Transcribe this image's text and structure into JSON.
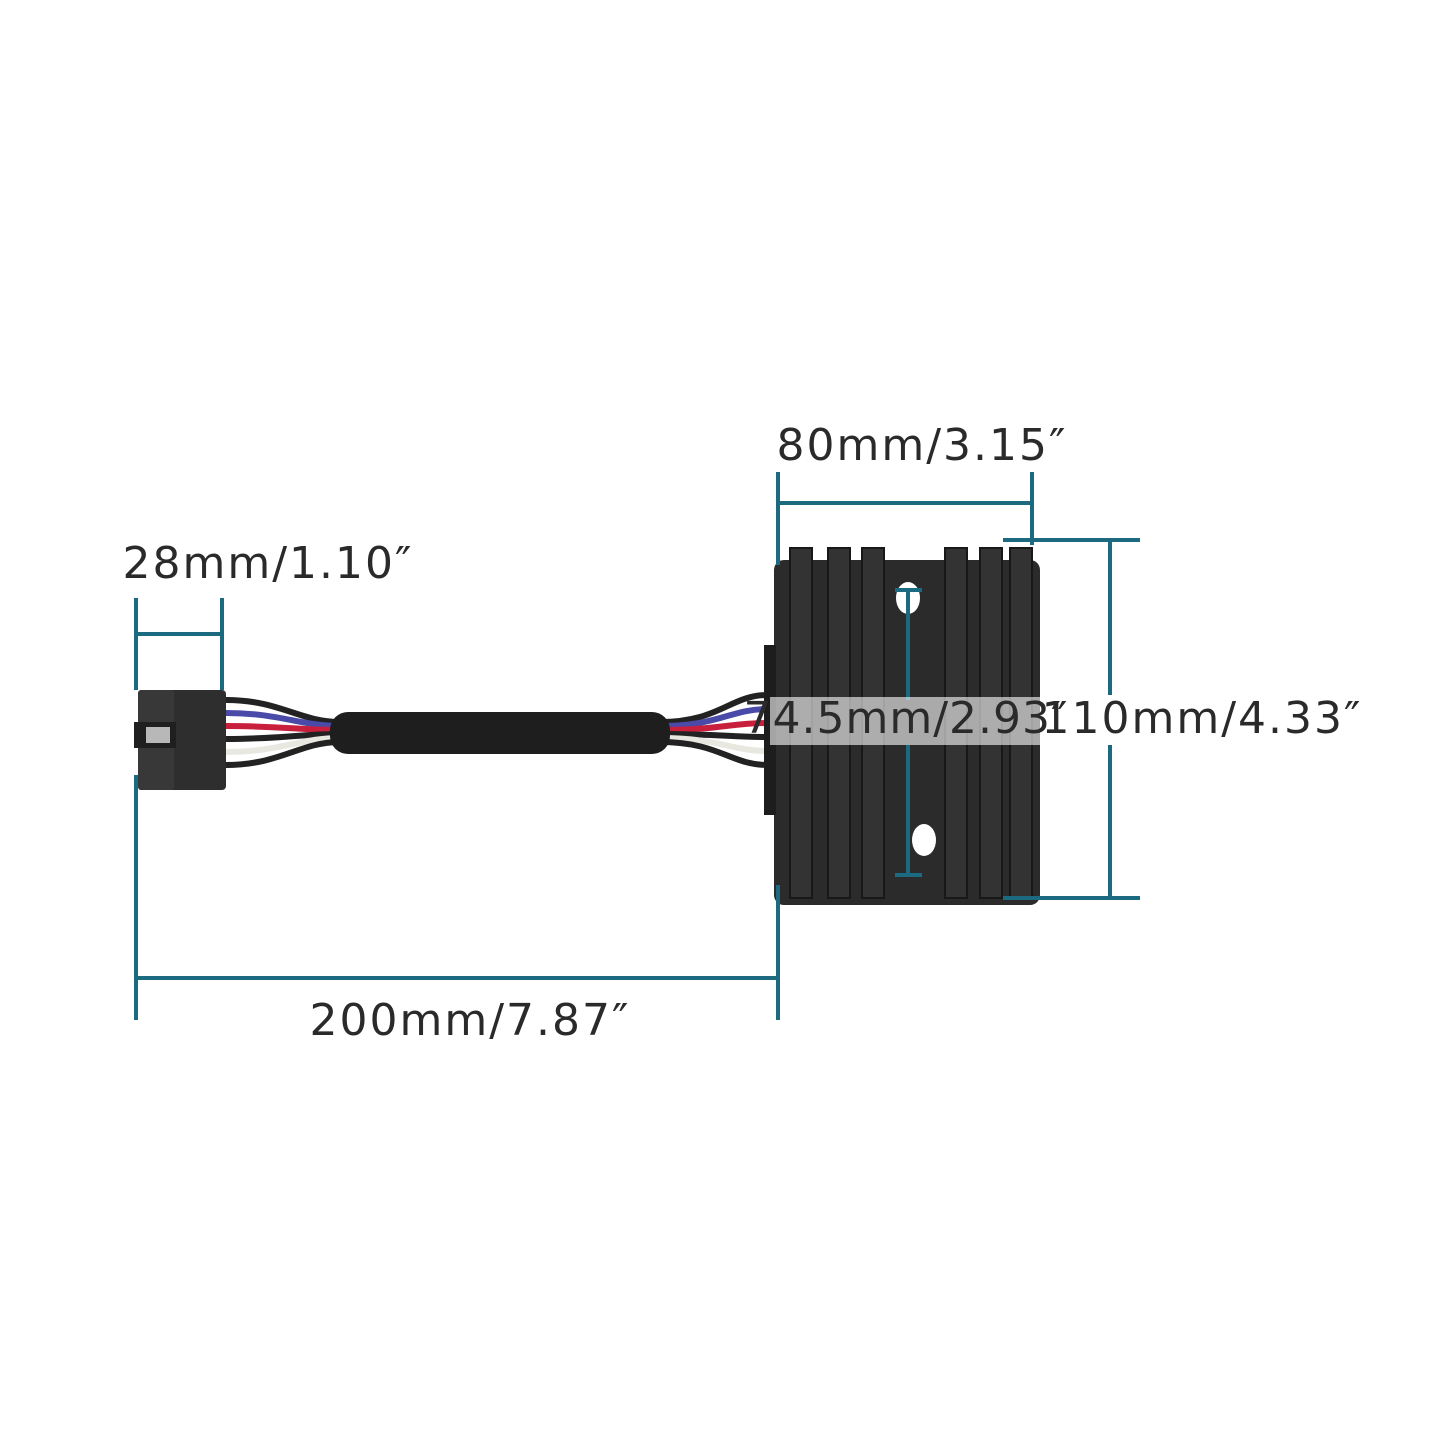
{
  "dimensions": {
    "body_width": "80mm/3.15″",
    "connector_width": "28mm/1.10″",
    "total_length": "200mm/7.87″",
    "mounting_hole_spacing": "74.5mm/2.93″",
    "body_height": "110mm/4.33″"
  },
  "colors": {
    "dimension_line": "#1b6a80",
    "product_body": "#2b2b2b",
    "text": "#2a2a2a"
  },
  "wire_colors": [
    "#222222",
    "#4a4aa8",
    "#c8203c",
    "#222222",
    "#e8e8e0",
    "#222222"
  ]
}
